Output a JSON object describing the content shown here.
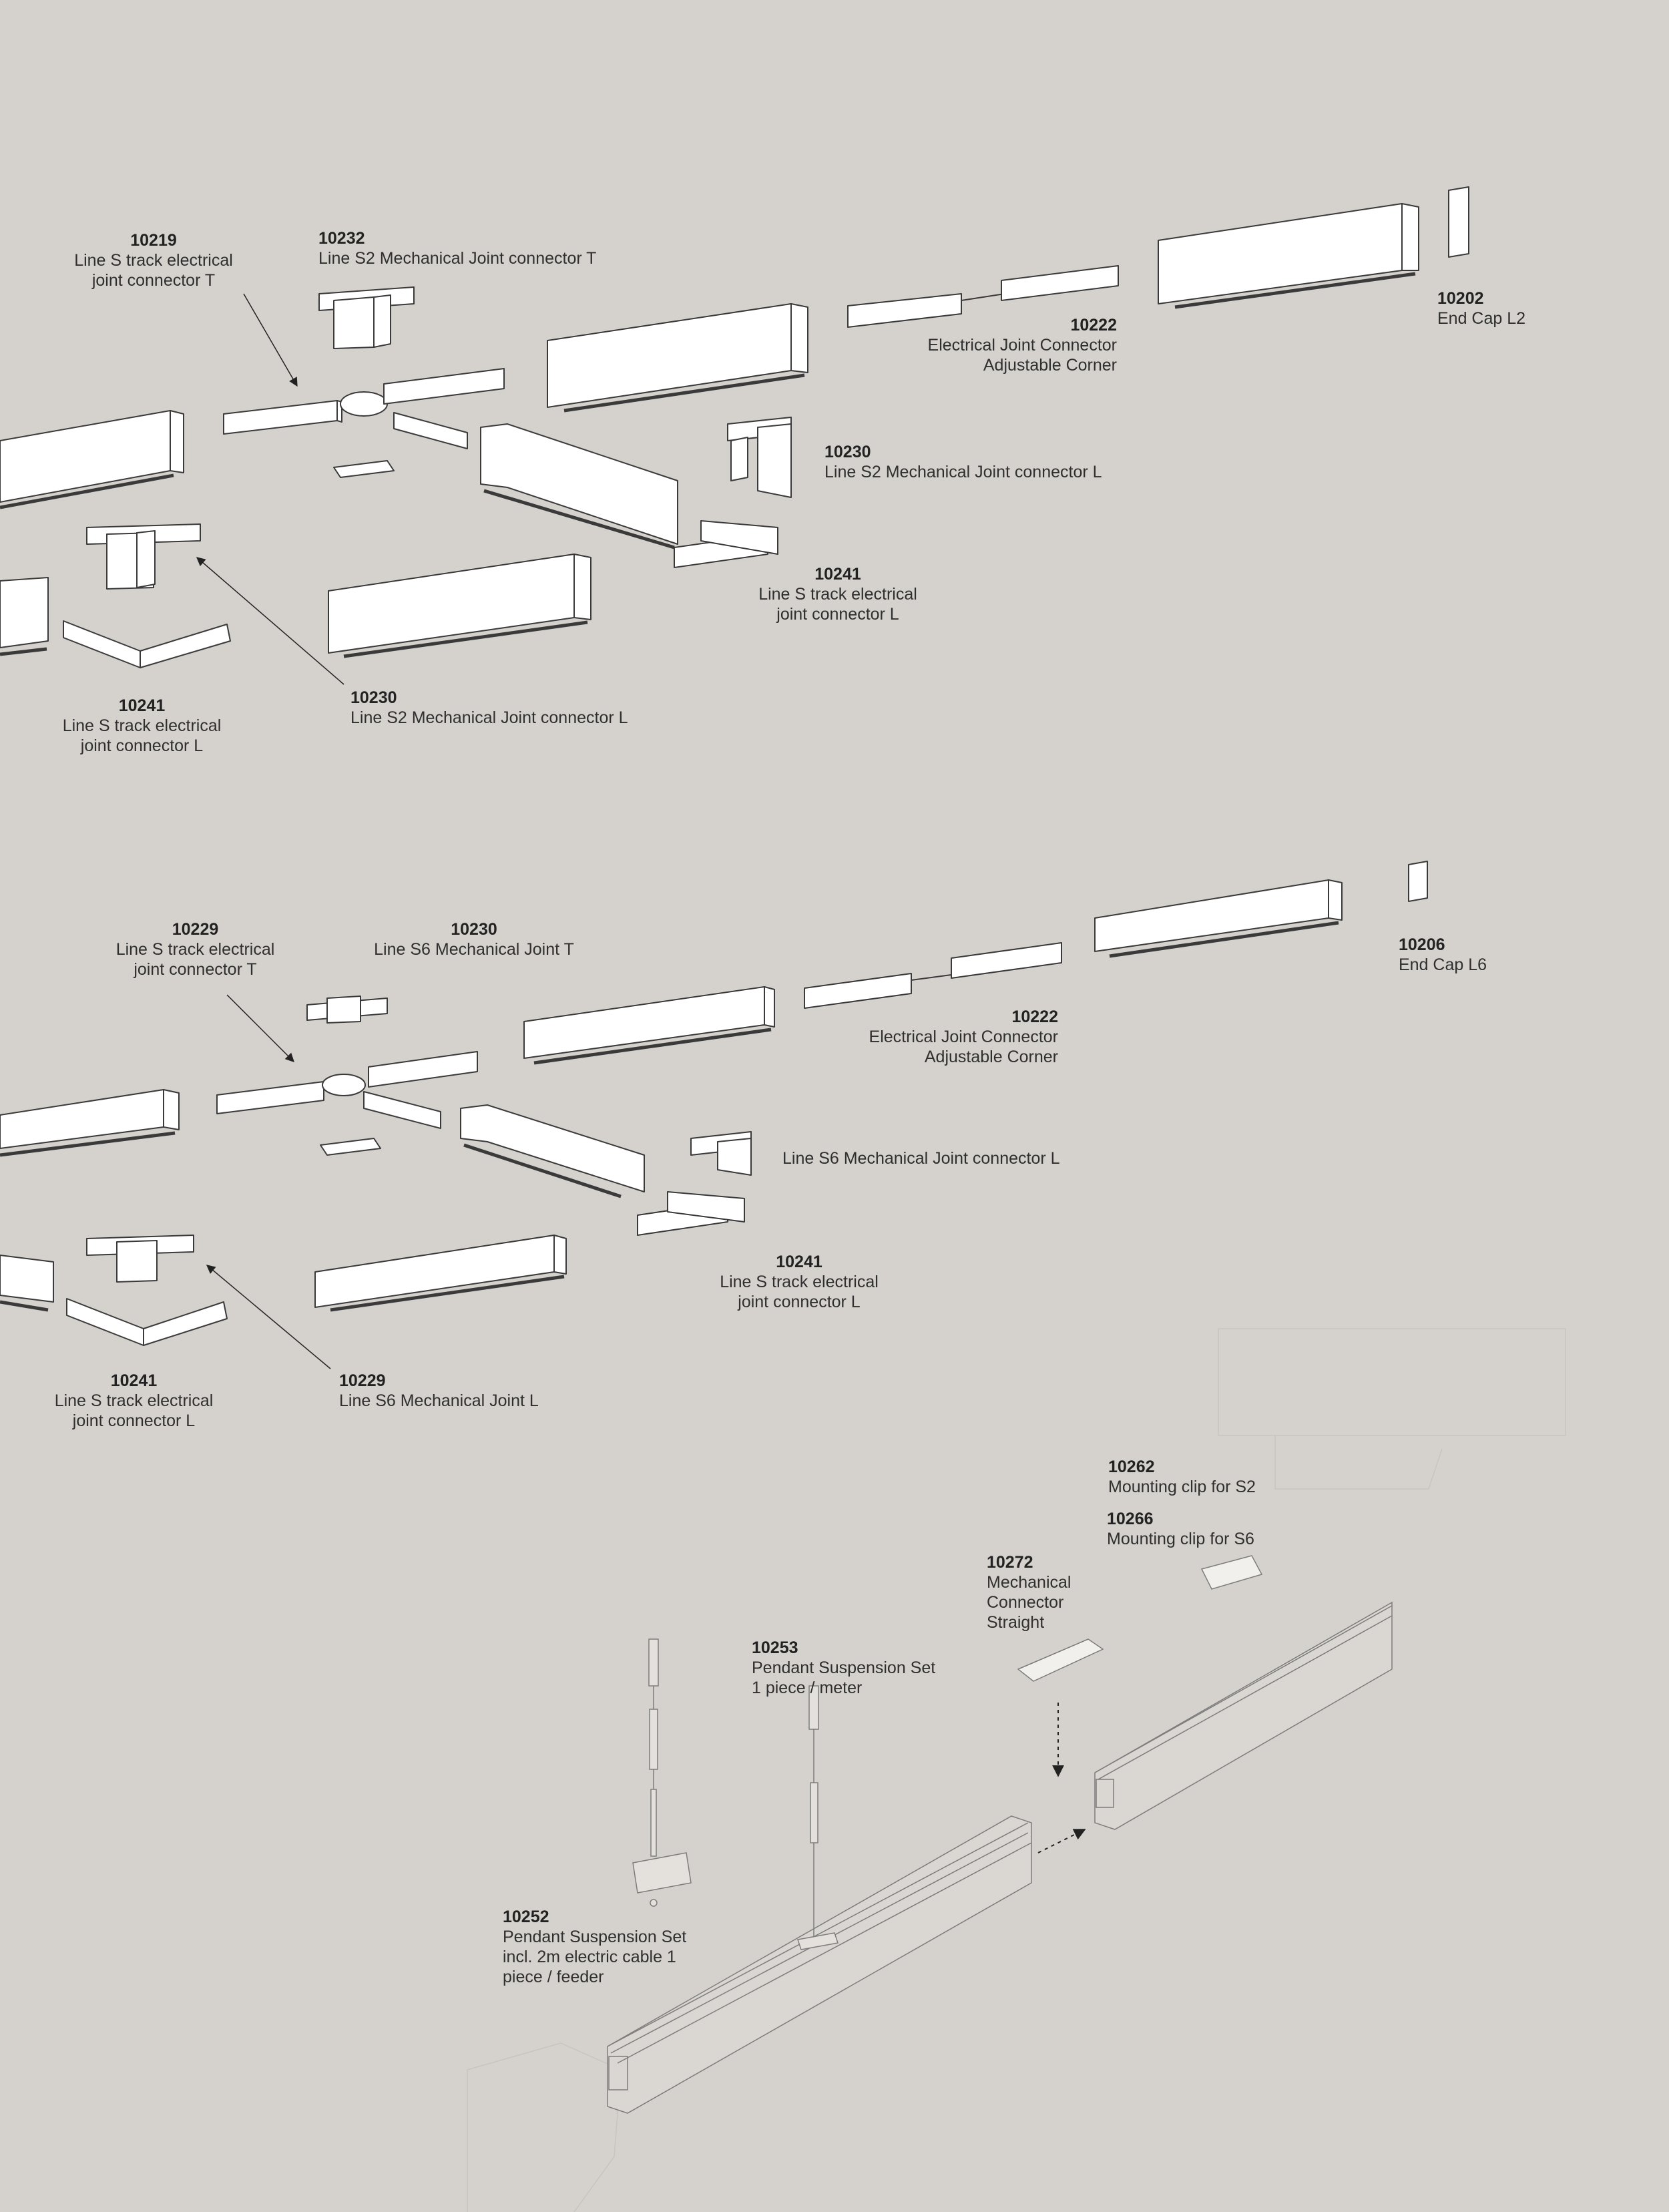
{
  "labels": [
    {
      "id": "s2-t-elec",
      "code": "10219",
      "lines": [
        "Line S track electrical",
        "joint connector T"
      ]
    },
    {
      "id": "s2-t-mech",
      "code": "10232",
      "lines": [
        "Line S2 Mechanical Joint connector T"
      ]
    },
    {
      "id": "s2-adj",
      "code": "10222",
      "lines": [
        "Electrical Joint Connector",
        "Adjustable Corner"
      ]
    },
    {
      "id": "s2-endcap",
      "code": "10202",
      "lines": [
        "End Cap L2"
      ]
    },
    {
      "id": "s2-l-mech-right",
      "code": "10230",
      "lines": [
        "Line S2 Mechanical Joint connector L"
      ]
    },
    {
      "id": "s2-l-elec-right",
      "code": "10241",
      "lines": [
        "Line S track electrical",
        "joint connector L"
      ]
    },
    {
      "id": "s2-l-mech-bottom",
      "code": "10230",
      "lines": [
        "Line S2 Mechanical Joint connector L"
      ]
    },
    {
      "id": "s2-l-elec-left",
      "code": "10241",
      "lines": [
        "Line S track electrical",
        "joint connector L"
      ]
    },
    {
      "id": "s6-t-elec",
      "code": "10229",
      "lines": [
        "Line S track electrical",
        "joint connector T"
      ]
    },
    {
      "id": "s6-t-mech",
      "code": "10230",
      "lines": [
        "Line S6 Mechanical Joint T"
      ]
    },
    {
      "id": "s6-adj",
      "code": "10222",
      "lines": [
        "Electrical Joint Connector",
        "Adjustable Corner"
      ]
    },
    {
      "id": "s6-endcap",
      "code": "10206",
      "lines": [
        "End Cap L6"
      ]
    },
    {
      "id": "s6-l-mech-right",
      "code": "",
      "lines": [
        "Line S6 Mechanical Joint connector L"
      ]
    },
    {
      "id": "s6-l-elec-right",
      "code": "10241",
      "lines": [
        "Line S track electrical",
        "joint connector L"
      ]
    },
    {
      "id": "s6-l-elec-left",
      "code": "10241",
      "lines": [
        "Line S track electrical",
        "joint connector L"
      ]
    },
    {
      "id": "s6-l-mech-bottom",
      "code": "10229",
      "lines": [
        "Line S6 Mechanical Joint L"
      ]
    },
    {
      "id": "clip-s2",
      "code": "10262",
      "lines": [
        "Mounting clip for S2"
      ]
    },
    {
      "id": "clip-s6",
      "code": "10266",
      "lines": [
        "Mounting clip for S6"
      ]
    },
    {
      "id": "mech-straight",
      "code": "10272",
      "lines": [
        "Mechanical",
        "Connector",
        "Straight"
      ]
    },
    {
      "id": "pendant-set",
      "code": "10253",
      "lines": [
        "Pendant Suspension Set",
        "1 piece / meter"
      ]
    },
    {
      "id": "pendant-feeder",
      "code": "10252",
      "lines": [
        "Pendant Suspension Set",
        "incl. 2m electric cable 1",
        "piece / feeder"
      ]
    }
  ],
  "colors": {
    "background": "#d5d2cd",
    "part_fill": "#ffffff",
    "line": "#3a3a3a",
    "light_line": "#8a8a8a"
  }
}
